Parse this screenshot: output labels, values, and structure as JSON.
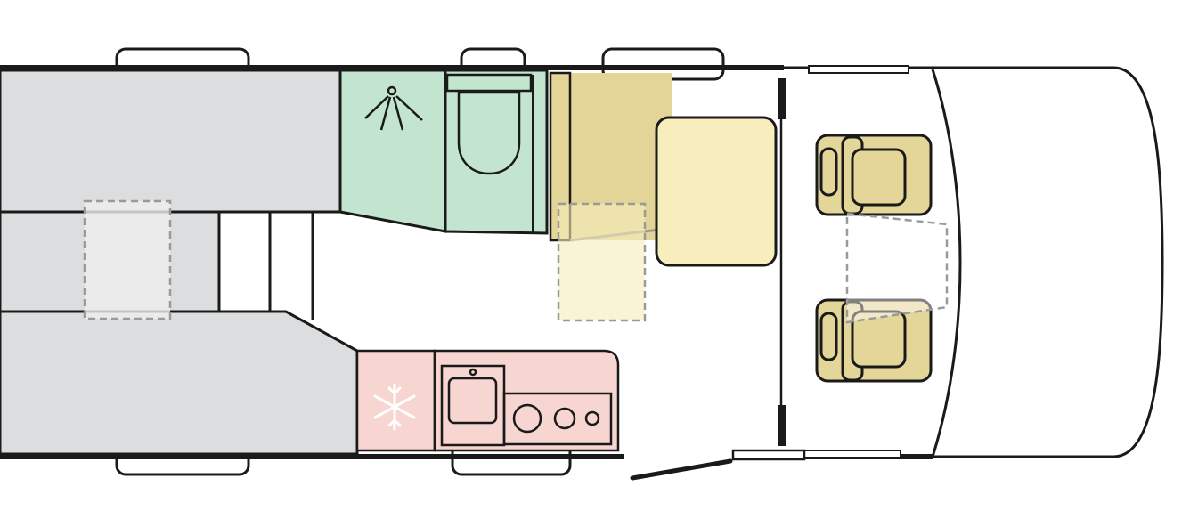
{
  "plan": {
    "type": "motorhome-floorplan",
    "orientation": "rear-left-cab-right",
    "colors": {
      "background": "#ffffff",
      "outline": "#1a1a1a",
      "bed": "#dcdddf",
      "bed_inset": "#efefef",
      "washroom": "#c3e5cf",
      "wardrobe": "#e3d597",
      "table": "#f7edbd",
      "kitchen": "#f7d5d0",
      "cab_seat": "#e4d699",
      "dashed_outline": "#9a9a9a"
    },
    "zones": [
      {
        "name": "rear-bed-upper",
        "fill": "bed"
      },
      {
        "name": "rear-bed-middle",
        "fill": "bed"
      },
      {
        "name": "rear-bed-lower",
        "fill": "bed"
      },
      {
        "name": "washroom-shower",
        "fill": "washroom",
        "icon": "shower-icon"
      },
      {
        "name": "washroom-toilet",
        "fill": "washroom",
        "icon": "toilet-icon"
      },
      {
        "name": "wardrobe",
        "fill": "wardrobe"
      },
      {
        "name": "dinette-table",
        "fill": "table"
      },
      {
        "name": "fridge",
        "fill": "kitchen",
        "icon": "snowflake-icon"
      },
      {
        "name": "kitchen-unit",
        "fill": "kitchen",
        "icon": "sink-and-hob-icon"
      },
      {
        "name": "cab-seat-passenger",
        "fill": "cab_seat"
      },
      {
        "name": "cab-seat-driver",
        "fill": "cab_seat"
      }
    ],
    "windows": [
      "rear-left-top",
      "washroom-top",
      "wardrobe-top",
      "cab-top",
      "rear-left-bottom",
      "kitchen-bottom",
      "cab-bottom"
    ],
    "door": "habitation-door-open"
  }
}
